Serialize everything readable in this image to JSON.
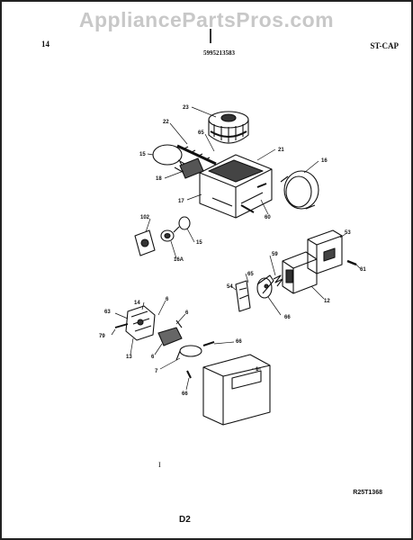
{
  "watermark": "AppliancePartsPros.com",
  "header": {
    "left": "14",
    "model": "5995213583",
    "right": "ST-CAP"
  },
  "footer": {
    "code": "R25T1368",
    "page": "D2",
    "tick": "I"
  },
  "callouts": [
    "23",
    "22",
    "65",
    "21",
    "15",
    "16",
    "18",
    "17",
    "60",
    "16",
    "102",
    "15",
    "16A",
    "53",
    "59",
    "61",
    "65",
    "54",
    "12",
    "66",
    "14",
    "6",
    "63",
    "6",
    "79",
    "13",
    "6",
    "66",
    "7",
    "66",
    "1"
  ]
}
